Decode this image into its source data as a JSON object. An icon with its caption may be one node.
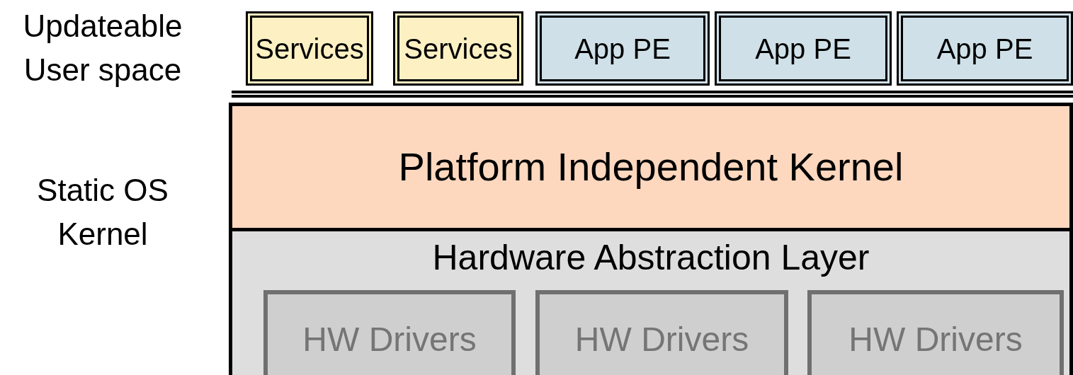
{
  "diagram": {
    "nodes": [
      {
        "text": [
          "Services"
        ]
      },
      {
        "text": [
          "Services"
        ]
      },
      {
        "text": [
          "App PE"
        ]
      },
      {
        "text": [
          "App PE"
        ]
      },
      {
        "text": [
          "App PE"
        ]
      },
      {
        "text": [
          "Platform Independent Kernel"
        ]
      },
      {
        "text": [
          "Hardware Abstraction Layer"
        ]
      },
      {
        "text": [
          "HW Drivers"
        ],
        "in": 6
      },
      {
        "text": [
          "HW Drivers"
        ],
        "in": 6
      },
      {
        "text": [
          "HW Drivers"
        ],
        "in": 6
      }
    ],
    "labels": [
      "Updateable User space",
      "Static OS Kernel"
    ]
  }
}
